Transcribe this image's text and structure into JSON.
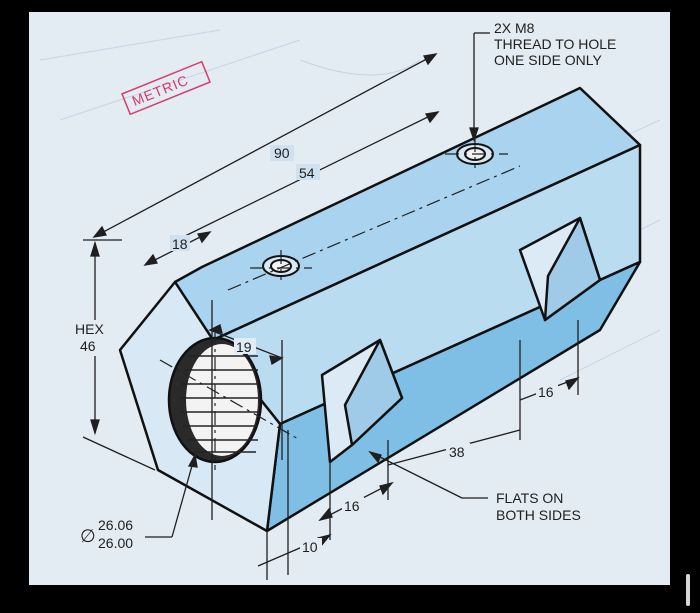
{
  "stamp": "METRIC",
  "note_thread": [
    "2X  M8",
    "THREAD TO HOLE",
    "ONE SIDE ONLY"
  ],
  "note_flats": [
    "FLATS ON",
    "BOTH SIDES"
  ],
  "hex_label": [
    "HEX",
    "46"
  ],
  "diameter": {
    "symbol": "∅",
    "upper": "26.06",
    "lower": "26.00"
  },
  "dimensions": {
    "overall_length": "90",
    "hole_spacing": "54",
    "hole_offset": "18",
    "bore_depth": "19",
    "flat_spacing": "38",
    "flat_width_right": "16",
    "flat_width_left": "16",
    "flat_offset": "10"
  },
  "colors": {
    "paper": "#e3ebf3",
    "part_light": "#cfe3f2",
    "part_mid": "#a9d3ee",
    "part_dark": "#7fbfe6",
    "outline": "#111111",
    "stamp": "#d93a6a"
  }
}
